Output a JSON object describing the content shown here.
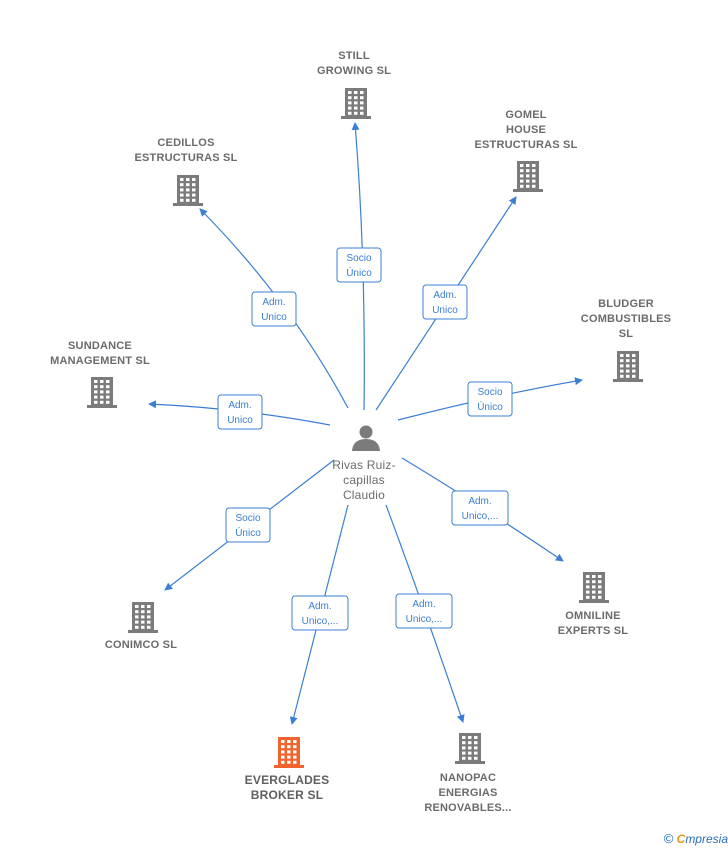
{
  "center": {
    "id": "rivas",
    "label_lines": [
      "Rivas Ruiz-",
      "capillas",
      "Claudio"
    ]
  },
  "nodes": [
    {
      "id": "still",
      "label_lines": [
        "STILL",
        "GROWING  SL"
      ],
      "highlight": false
    },
    {
      "id": "gomel",
      "label_lines": [
        "GOMEL",
        "HOUSE",
        "ESTRUCTURAS SL"
      ],
      "highlight": false
    },
    {
      "id": "cedillos",
      "label_lines": [
        "CEDILLOS",
        "ESTRUCTURAS SL"
      ],
      "highlight": false
    },
    {
      "id": "bludger",
      "label_lines": [
        "BLUDGER",
        "COMBUSTIBLES",
        "SL"
      ],
      "highlight": false
    },
    {
      "id": "sundance",
      "label_lines": [
        "SUNDANCE",
        "MANAGEMENT SL"
      ],
      "highlight": false
    },
    {
      "id": "omniline",
      "label_lines": [
        "OMNILINE",
        "EXPERTS  SL"
      ],
      "highlight": false
    },
    {
      "id": "conimco",
      "label_lines": [
        "CONIMCO SL"
      ],
      "highlight": false
    },
    {
      "id": "everglades",
      "label_lines": [
        "EVERGLADES",
        "BROKER  SL"
      ],
      "highlight": true
    },
    {
      "id": "nanopac",
      "label_lines": [
        "NANOPAC",
        "ENERGIAS",
        "RENOVABLES..."
      ],
      "highlight": false
    }
  ],
  "edges": [
    {
      "to": "still",
      "label_lines": [
        "Socio",
        "Único"
      ]
    },
    {
      "to": "gomel",
      "label_lines": [
        "Adm.",
        "Unico"
      ]
    },
    {
      "to": "cedillos",
      "label_lines": [
        "Adm.",
        "Unico"
      ]
    },
    {
      "to": "bludger",
      "label_lines": [
        "Socio",
        "Único"
      ]
    },
    {
      "to": "sundance",
      "label_lines": [
        "Adm.",
        "Unico"
      ]
    },
    {
      "to": "omniline",
      "label_lines": [
        "Adm.",
        "Unico,..."
      ]
    },
    {
      "to": "conimco",
      "label_lines": [
        "Socio",
        "Único"
      ]
    },
    {
      "to": "everglades",
      "label_lines": [
        "Adm.",
        "Unico,..."
      ]
    },
    {
      "to": "nanopac",
      "label_lines": [
        "Adm.",
        "Unico,..."
      ]
    }
  ],
  "colors": {
    "edge": "#3b7fd4",
    "building": "#7b7b7b",
    "building_highlight": "#f26330",
    "person": "#7b7b7b"
  },
  "icons": {
    "company": "building-icon",
    "person": "person-icon"
  },
  "brand": {
    "copyright": "©",
    "initial": "C",
    "rest": "mpresia"
  }
}
